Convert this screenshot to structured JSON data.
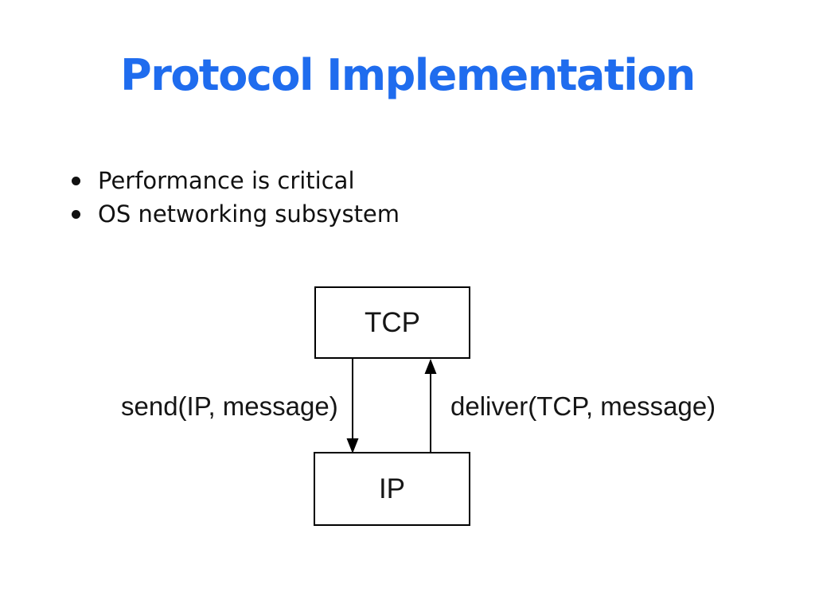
{
  "slide": {
    "title": "Protocol Implementation",
    "bullets": [
      "Performance is critical",
      "OS networking subsystem"
    ],
    "diagram": {
      "tcp_box_label": "TCP",
      "ip_box_label": "IP",
      "send_label": "send(IP, message)",
      "deliver_label": "deliver(TCP, message)"
    },
    "colors": {
      "title_blue": "#1f6cee",
      "body_text": "#111111",
      "diagram_line": "#000000",
      "background": "#ffffff"
    }
  }
}
